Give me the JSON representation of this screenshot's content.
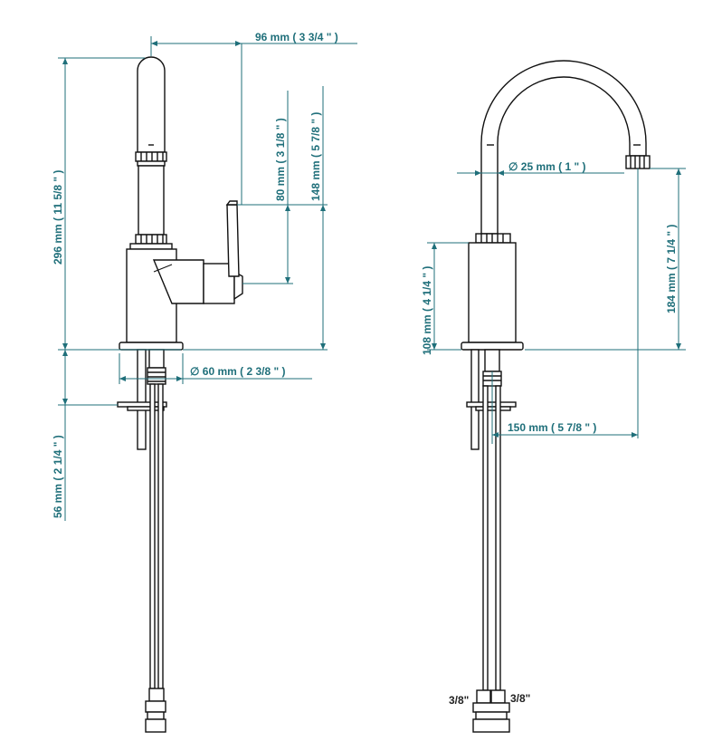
{
  "colors": {
    "dimension": "#1f6f7a",
    "outline": "#111111",
    "text": "#222222"
  },
  "left_view": {
    "dims": {
      "spout_reach": "96 mm ( 3 3/4 \" )",
      "total_height": "296 mm ( 11 5/8 \" )",
      "handle_height": "80 mm ( 3 1/8 \" )",
      "body_height": "148 mm ( 5 7/8 \" )",
      "base_diameter": "∅  60 mm ( 2 3/8 \" )",
      "shank_length": "56 mm ( 2 1/4 \" )"
    }
  },
  "right_view": {
    "dims": {
      "spout_diameter": "∅  25 mm ( 1 \" )",
      "outlet_height": "184 mm ( 7 1/4 \" )",
      "body_height": "108 mm ( 4 1/4 \" )",
      "spout_reach": "150 mm ( 5 7/8 \" )"
    },
    "connections": {
      "left": "3/8\"",
      "right": "3/8\""
    }
  }
}
